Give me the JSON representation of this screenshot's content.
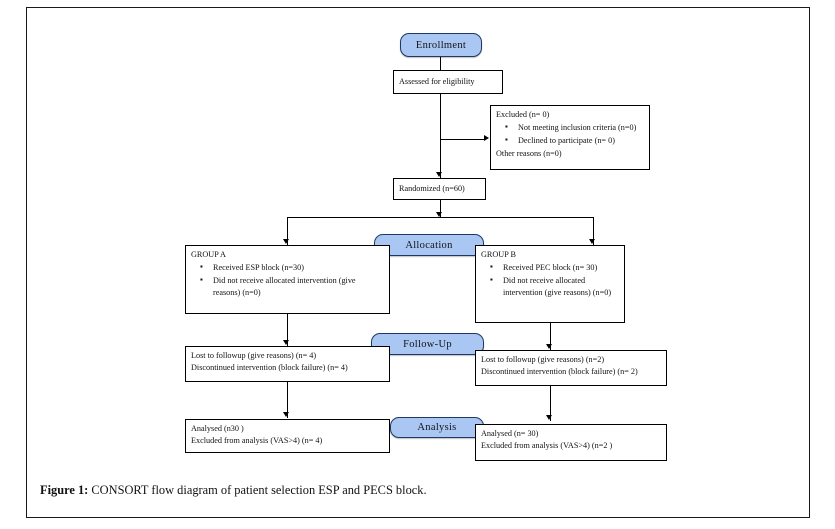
{
  "figure": {
    "label": "Figure 1:",
    "caption": "CONSORT flow diagram of patient selection ESP and PECS block."
  },
  "colors": {
    "pill_fill": "#a9c7f2",
    "pill_border": "#1f3864",
    "box_border": "#000000",
    "frame_border": "#1a1a1a",
    "text": "#111111"
  },
  "stages": {
    "enrollment": "Enrollment",
    "allocation": "Allocation",
    "followup": "Follow-Up",
    "analysis": "Analysis"
  },
  "enrollment": {
    "assessed": "Assessed for eligibility",
    "excluded": {
      "title": "Excluded  (n= 0)",
      "bullets": [
        "Not meeting inclusion criteria (n=0)",
        "Declined to participate (n= 0)"
      ],
      "footer": "Other reasons (n=0)"
    },
    "randomized": "Randomized (n=60)"
  },
  "allocation": {
    "group_a": {
      "title": "GROUP A",
      "bullets": [
        "Received ESP block (n=30)",
        "Did not receive allocated intervention (give reasons) (n=0)"
      ]
    },
    "group_b": {
      "title": "GROUP B",
      "bullets": [
        "Received PEC block (n= 30)",
        "Did not receive allocated intervention (give reasons) (n=0)"
      ]
    }
  },
  "followup": {
    "left": {
      "line1": "Lost to followup (give reasons) (n= 4)",
      "line2": "Discontinued intervention (block failure) (n= 4)"
    },
    "right": {
      "line1": "Lost to followup (give reasons) (n=2)",
      "line2": "Discontinued intervention (block failure) (n= 2)"
    }
  },
  "analysis": {
    "left": {
      "line1": "Analysed  (n30 )",
      "line2": "Excluded from analysis (VAS>4) (n= 4)"
    },
    "right": {
      "line1": "Analysed  (n=  30)",
      "line2": "Excluded from analysis (VAS>4) (n=2 )"
    }
  }
}
